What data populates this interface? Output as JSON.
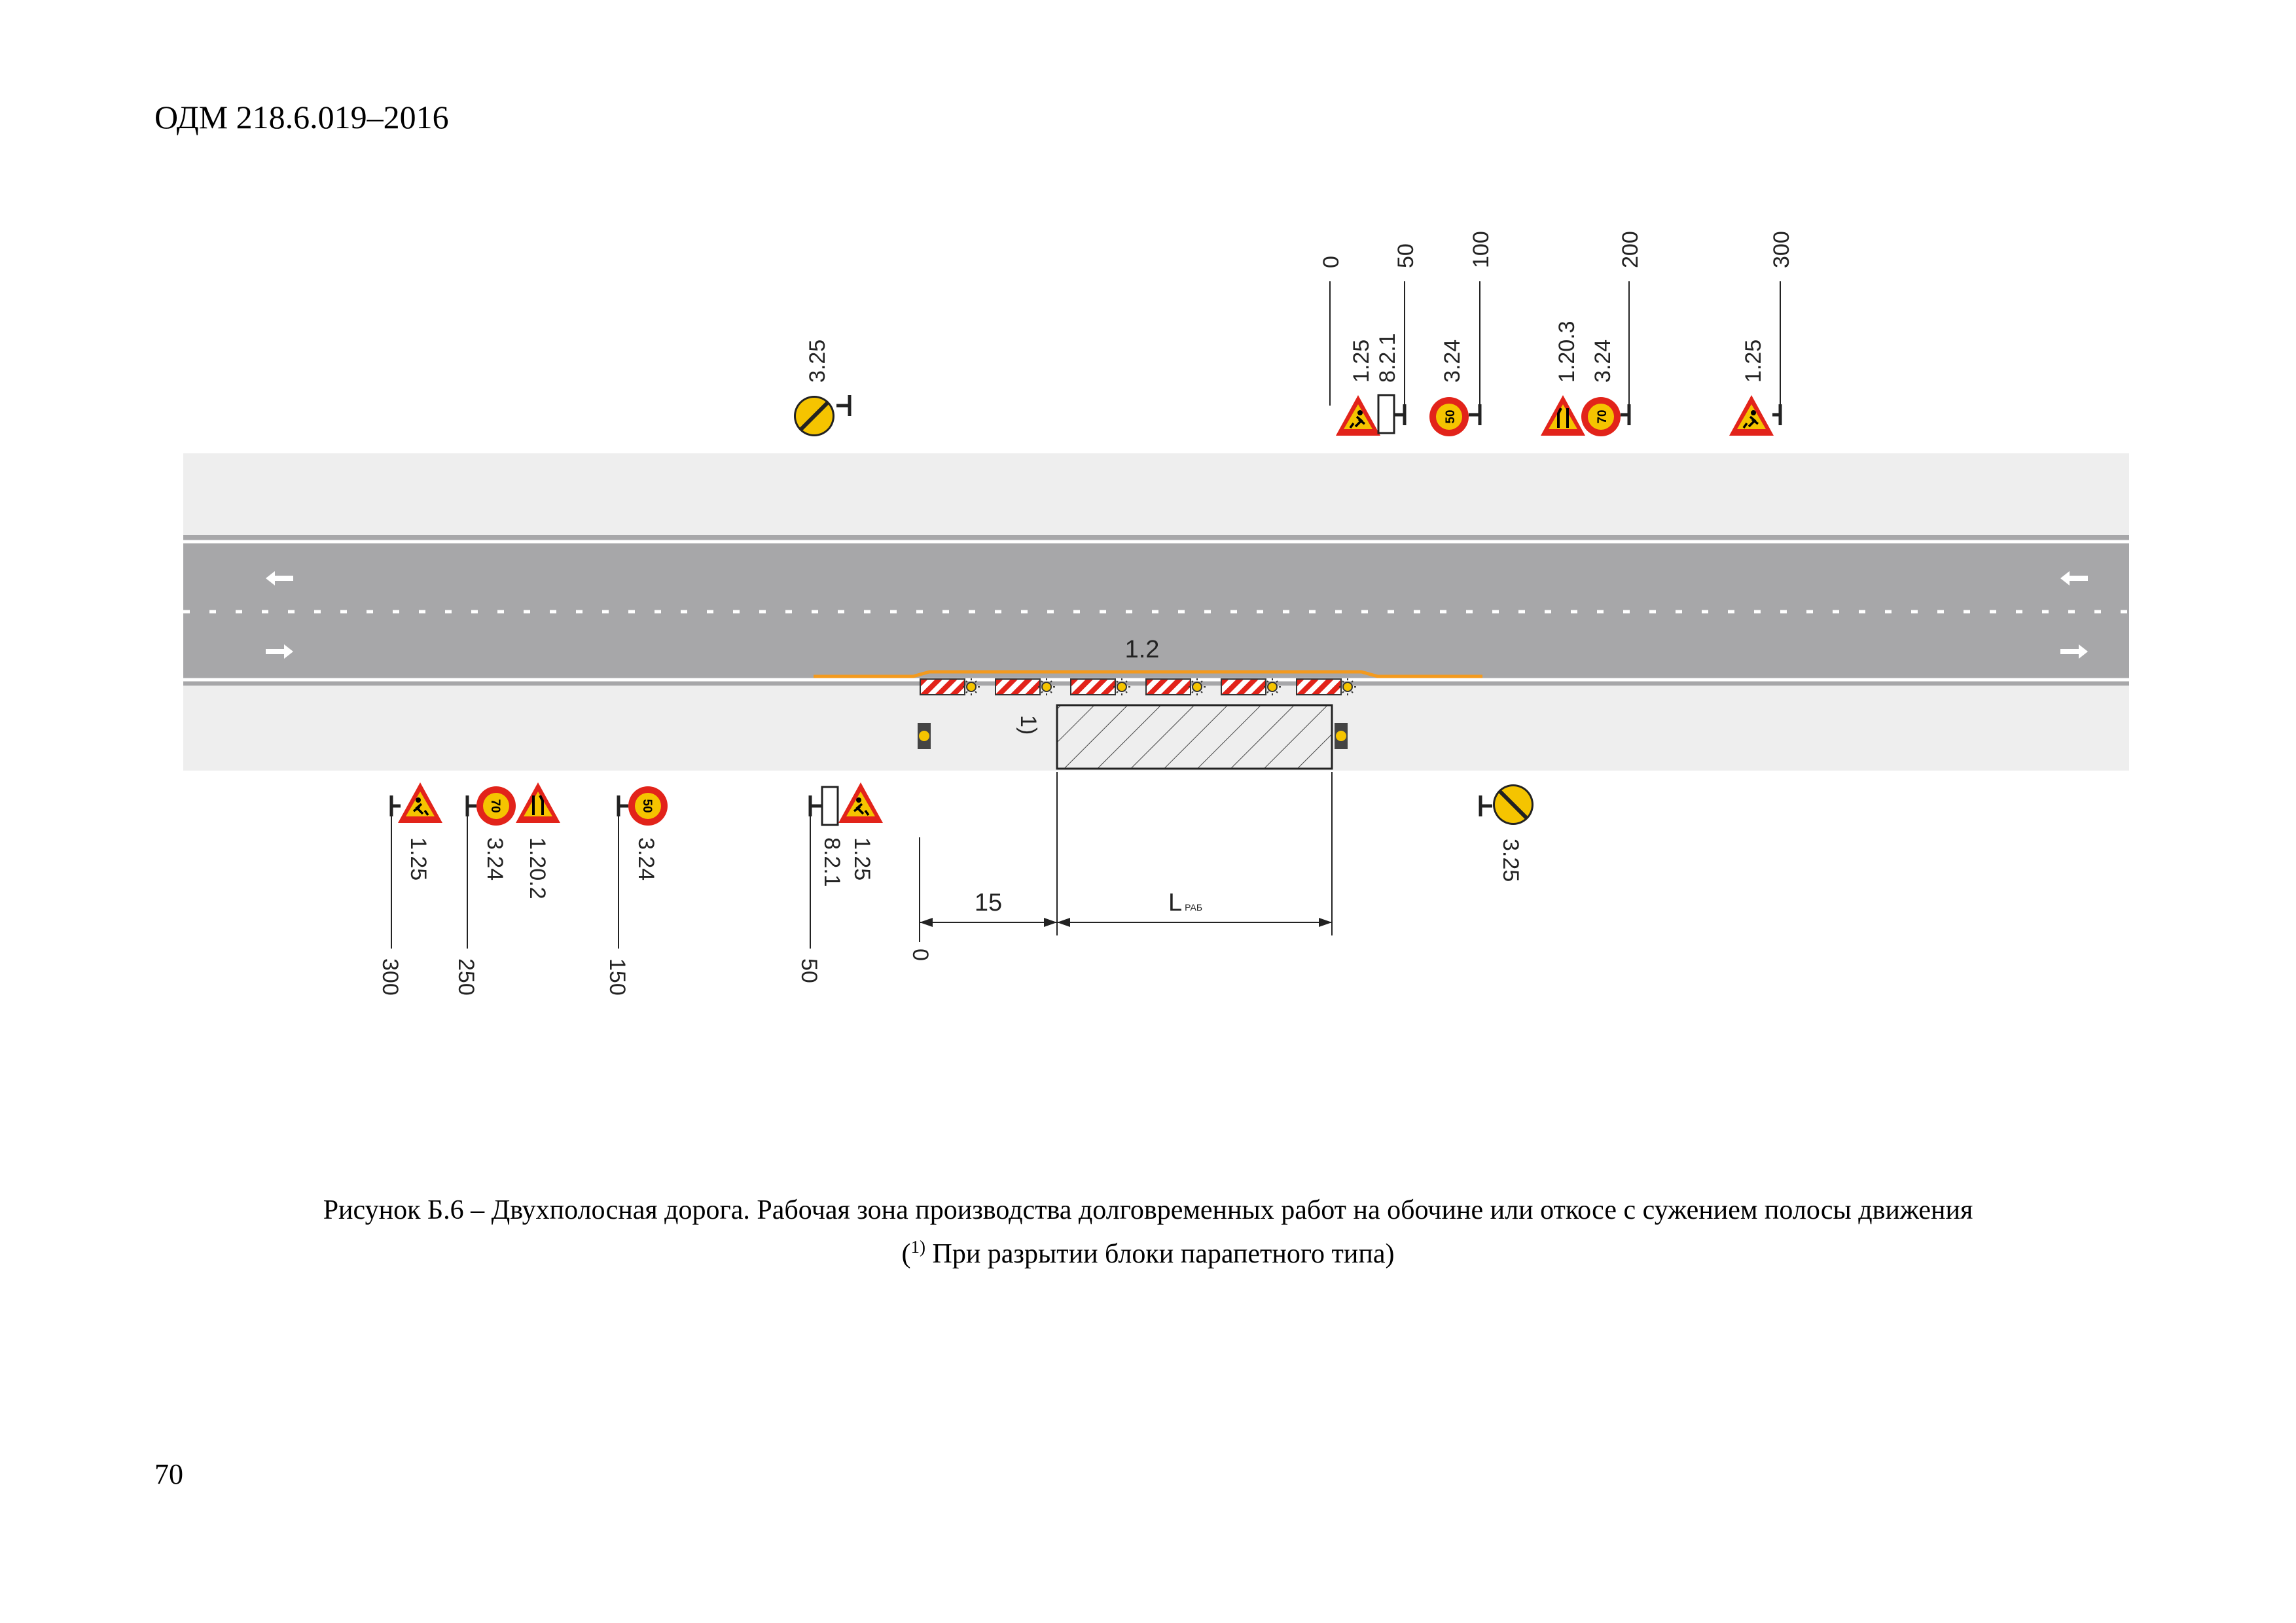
{
  "document": {
    "header": "ОДМ 218.6.019–2016",
    "caption_line1": "Рисунок Б.6 – Двухполосная дорога. Рабочая зона производства долговременных работ на обочине или откосе с сужением полосы движения",
    "caption_line2_open": "(",
    "caption_line2_sup": "1)",
    "caption_line2_rest": " При разрытии блоки парапетного типа)",
    "page_number": "70"
  },
  "diagram": {
    "road_marking": "1.2",
    "barrier_note": "1)",
    "dim_15": "15",
    "dim_lrab_main": "L",
    "dim_lrab_sub": "РАБ",
    "top_distances": [
      "0",
      "50",
      "100",
      "200",
      "300"
    ],
    "top_sign_labels": {
      "end_left": "3.25",
      "s1": "1.25",
      "s1b": "8.2.1",
      "s2": "3.24",
      "s3a": "1.20.3",
      "s3b": "3.24",
      "s4": "1.25"
    },
    "bottom_distances": [
      "300",
      "250",
      "150",
      "50",
      "0"
    ],
    "bottom_sign_labels": {
      "b1": "1.25",
      "b2a": "3.24",
      "b2b": "1.20.2",
      "b3": "3.24",
      "b4a": "1.25",
      "b4b": "8.2.1",
      "end_right": "3.25"
    },
    "speed_50": "50",
    "speed_70": "70",
    "colors": {
      "road": "#a7a7a9",
      "shoulder": "#eeeeee",
      "sign_red": "#e2231a",
      "sign_yellow": "#f5c400",
      "taper": "#f39a1e"
    }
  }
}
